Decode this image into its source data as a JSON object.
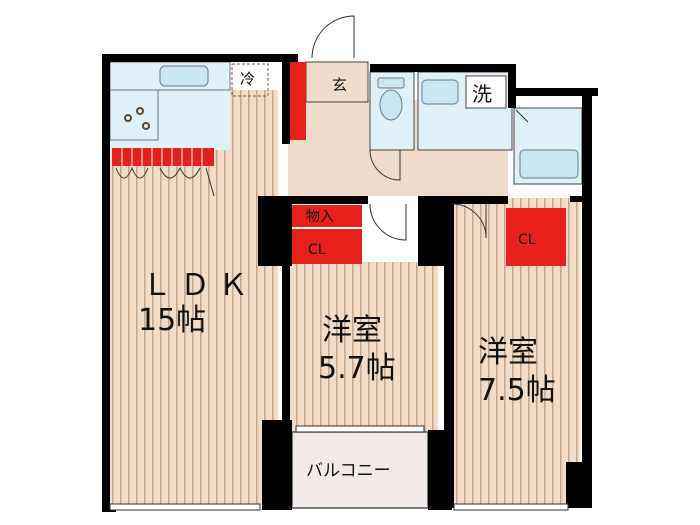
{
  "rooms": {
    "ldk": {
      "line1": "ＬＤＫ",
      "line2": "15帖"
    },
    "western_a": {
      "line1": "洋室",
      "line2": "5.7帖"
    },
    "western_b": {
      "line1": "洋室",
      "line2": "7.5帖"
    },
    "balcony": "バルコニー",
    "storage": "物入",
    "closet_a": "CL",
    "closet_b": "CL",
    "entrance": "玄",
    "washroom": "洗",
    "fridge": "冷"
  },
  "colors": {
    "floor_wood": "#f3ddc8",
    "floor_stripe": "#c9a88c",
    "hall_floor": "#f0dccb",
    "wall": "#000000",
    "storage_red": "#e8201c",
    "water_area": "#dff0f7",
    "fixture": "#c9e6f3",
    "balcony": "#f2eae8",
    "fixture_stroke": "#6a7a84"
  }
}
